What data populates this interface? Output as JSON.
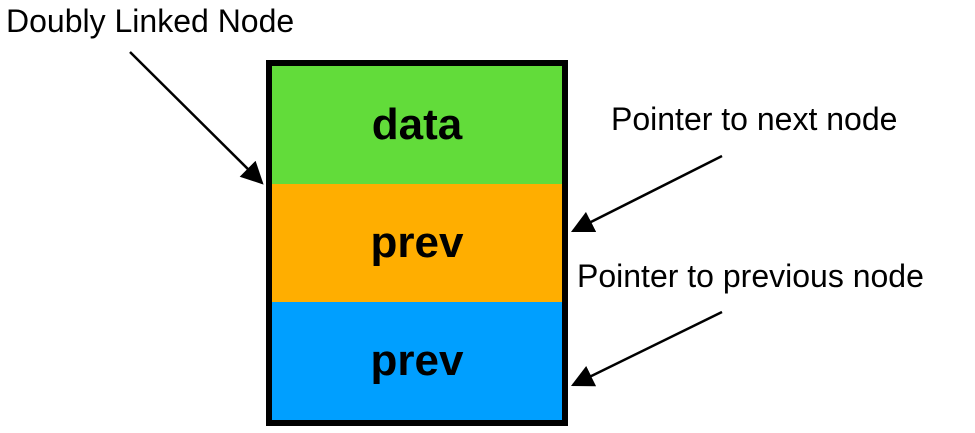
{
  "labels": {
    "title": "Doubly Linked Node",
    "next_pointer": "Pointer to next node",
    "prev_pointer": "Pointer to previous node"
  },
  "node": {
    "fields": [
      {
        "name": "data",
        "color": "#62dc3a"
      },
      {
        "name": "prev",
        "color": "#ffae00"
      },
      {
        "name": "prev",
        "color": "#009fff"
      }
    ]
  },
  "colors": {
    "border": "#000000",
    "arrow": "#000000"
  }
}
